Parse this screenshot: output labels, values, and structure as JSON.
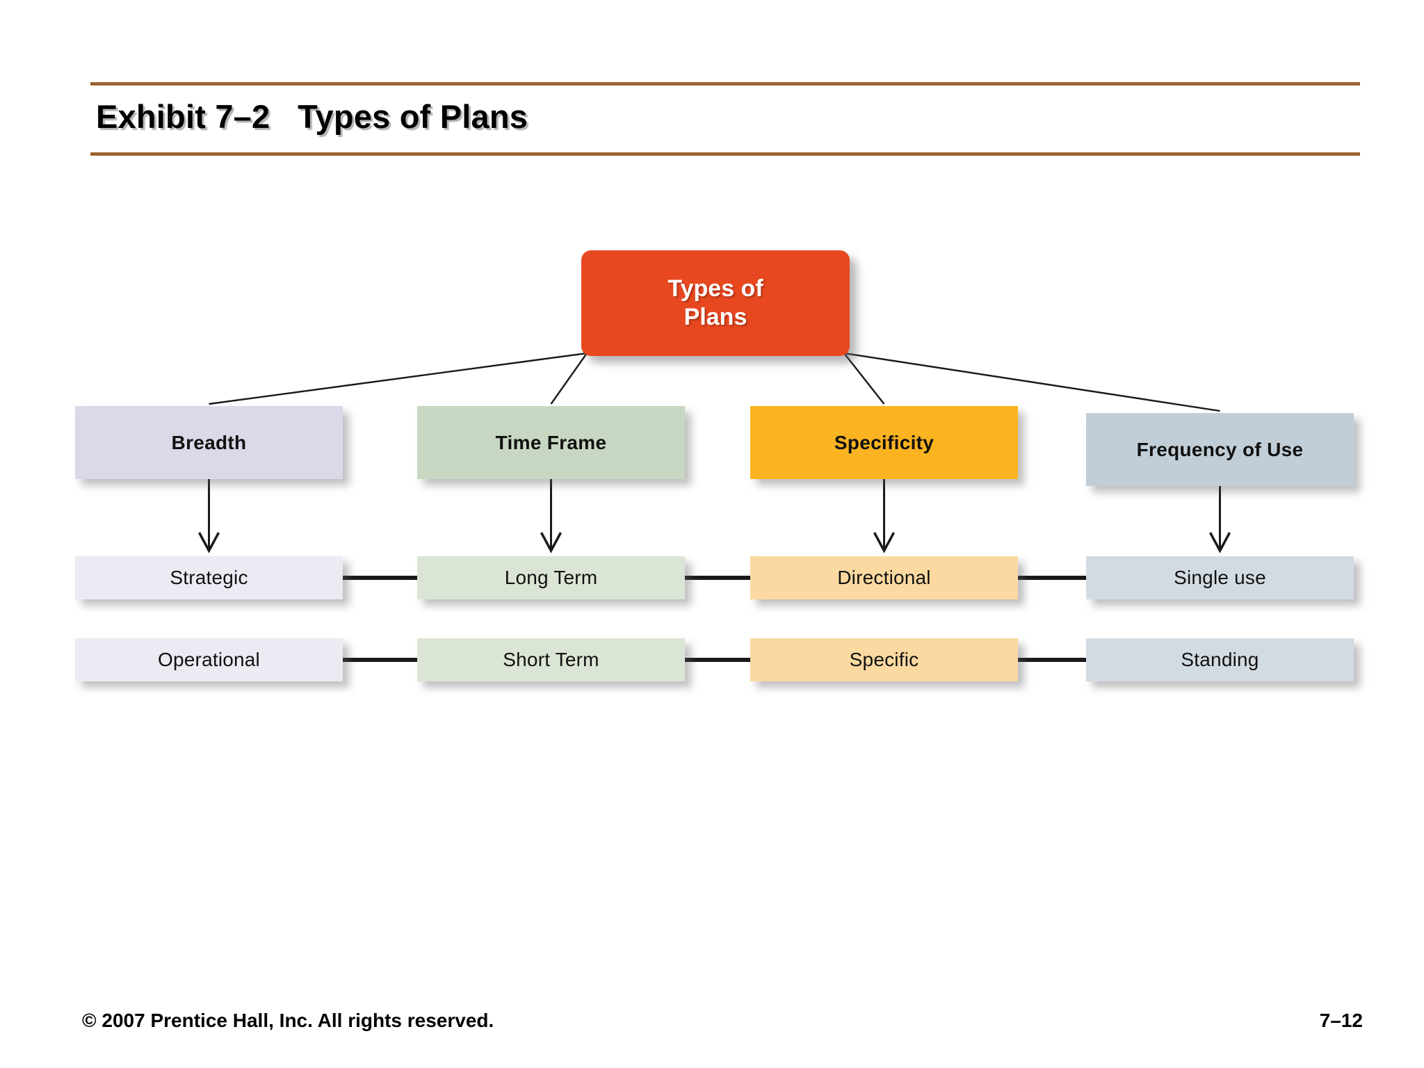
{
  "slide": {
    "title": "Exhibit 7–2   Types of Plans",
    "rule_color": "#8d5a2b",
    "background": "#ffffff"
  },
  "footer": {
    "copyright": "© 2007 Prentice Hall, Inc. All rights reserved.",
    "page_number": "7–12"
  },
  "chart_data": {
    "type": "diagram",
    "title": "Types of Plans",
    "root": {
      "label": "Types of",
      "label_line2": "Plans",
      "color": "#e8481f"
    },
    "columns": [
      {
        "category": "Breadth",
        "header_color": "#dcd8e8",
        "item_color": "#eceaf2",
        "items": [
          "Strategic",
          "Operational"
        ]
      },
      {
        "category": "Time Frame",
        "header_color": "#c8d7c1",
        "item_color": "#dbe5d5",
        "items": [
          "Long Term",
          "Short Term"
        ]
      },
      {
        "category": "Specificity",
        "header_color": "#fbb321",
        "item_color": "#fcd9a0",
        "items": [
          "Directional",
          "Specific"
        ]
      },
      {
        "category": "Frequency of Use",
        "header_color": "#c2ced7",
        "item_color": "#d3dbe2",
        "items": [
          "Single use",
          "Standing"
        ]
      }
    ],
    "connector_color": "#1a1a1a",
    "legend": "none",
    "grid": false
  }
}
